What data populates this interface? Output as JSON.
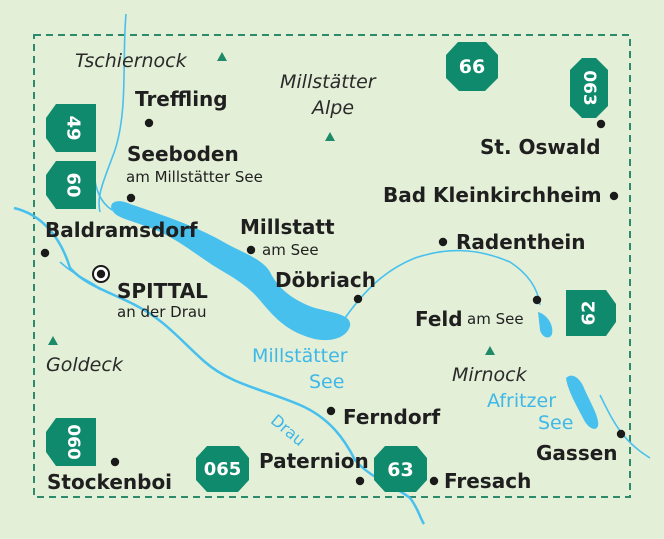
{
  "map": {
    "colors": {
      "land": "#e3efd7",
      "water": "#48c0ee",
      "road_shield": "#0f8a6c",
      "frame": "#2e8a6d",
      "text": "#1f1f1f"
    },
    "towns": [
      {
        "name": "Treffling"
      },
      {
        "name": "Seeboden",
        "sub": "am Millstätter See"
      },
      {
        "name": "Baldramsdorf"
      },
      {
        "name": "SPITTAL",
        "sub": "an der Drau"
      },
      {
        "name": "Millstatt",
        "sub": "am See"
      },
      {
        "name": "Döbriach"
      },
      {
        "name": "Radenthein"
      },
      {
        "name": "St. Oswald"
      },
      {
        "name": "Bad Kleinkirchheim"
      },
      {
        "name": "Feld",
        "sub": "am See"
      },
      {
        "name": "Ferndorf"
      },
      {
        "name": "Paternion"
      },
      {
        "name": "Fresach"
      },
      {
        "name": "Gassen"
      },
      {
        "name": "Stockenboi"
      }
    ],
    "peaks": [
      {
        "name": "Tschiernock"
      },
      {
        "name": "Millstätter",
        "sub": "Alpe"
      },
      {
        "name": "Goldeck"
      },
      {
        "name": "Mirnock"
      }
    ],
    "water": [
      {
        "name": "Millstätter",
        "sub": "See"
      },
      {
        "name": "Afritzer",
        "sub": "See"
      },
      {
        "name": "Drau"
      }
    ],
    "roads": [
      "66",
      "063",
      "49",
      "60",
      "62",
      "060",
      "065",
      "63"
    ]
  }
}
